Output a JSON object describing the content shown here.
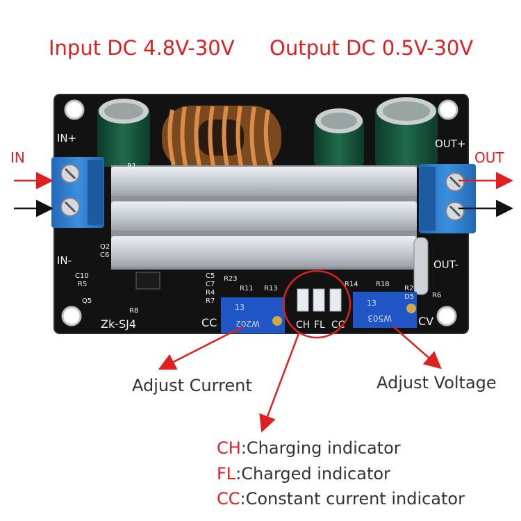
{
  "specs": {
    "input": "Input DC 4.8V-30V",
    "output": "Output DC 0.5V-30V"
  },
  "terminals": {
    "in_label": "IN",
    "out_label": "OUT"
  },
  "silkscreen": {
    "in_plus": "IN+",
    "in_minus": "IN-",
    "out_plus": "OUT+",
    "out_minus": "OUT-",
    "model": "Zk-SJ4",
    "cc": "CC",
    "cv": "CV",
    "ch": "CH",
    "fl": "FL",
    "cc_led": "CC",
    "pot_left": "W202",
    "pot_right": "W503",
    "pot_num_left": "13",
    "pot_num_right": "13",
    "refs": [
      "R1",
      "Q2",
      "C6",
      "C10",
      "R5",
      "Q5",
      "R8",
      "C5",
      "C7",
      "R4",
      "R7",
      "R23",
      "R11",
      "R13",
      "R14",
      "R18",
      "R2",
      "D5",
      "R6"
    ]
  },
  "callouts": {
    "current": "Adjust Current",
    "voltage": "Adjust Voltage"
  },
  "legend": [
    {
      "abbr": "CH",
      "text": ":Charging indicator"
    },
    {
      "abbr": "FL",
      "text": ":Charged indicator"
    },
    {
      "abbr": "CC",
      "text": ":Constant current indicator"
    }
  ],
  "colors": {
    "accent": "#e02020",
    "pcb": "#121212",
    "terminal": "#2f7fd0",
    "heatsink": "#c9ccd3",
    "pot": "#1f55c5"
  }
}
